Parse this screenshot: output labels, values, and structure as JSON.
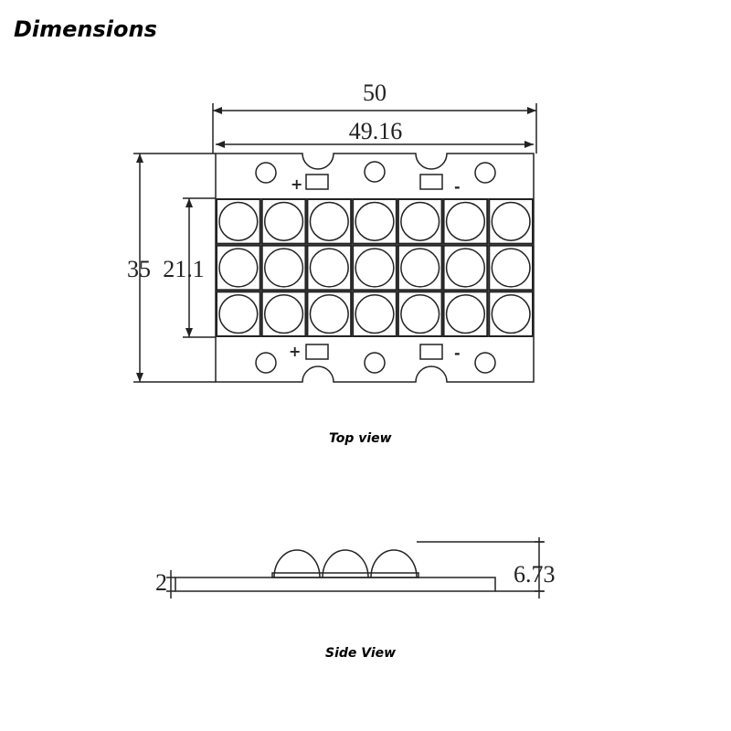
{
  "header": {
    "title": "Dimensions"
  },
  "top_view": {
    "caption": "Top view",
    "overall_width": "50",
    "inner_width": "49.16",
    "overall_height": "35",
    "led_area_height": "21.1",
    "plus_sign": "+",
    "minus_sign": "-",
    "led_rows": 3,
    "led_cols": 7
  },
  "side_view": {
    "caption": "Side View",
    "board_thickness": "2",
    "total_height": "6.73",
    "lens_count": 3
  }
}
